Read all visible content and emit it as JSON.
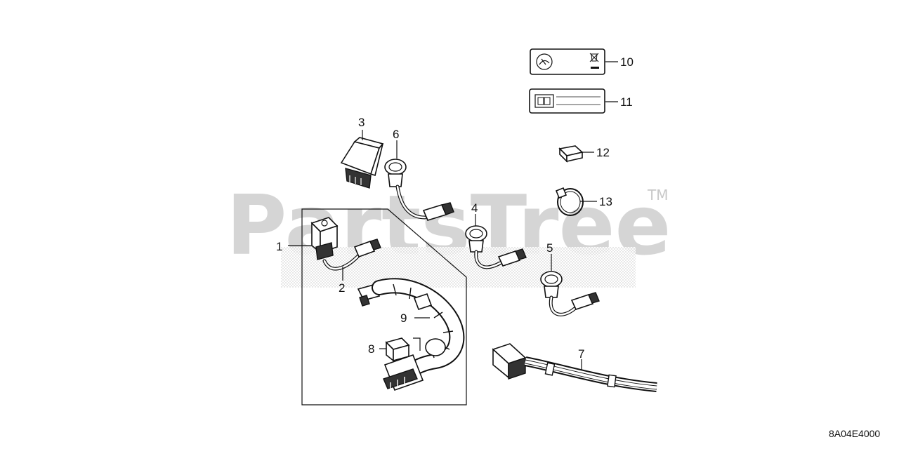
{
  "watermark": {
    "text": "PartsTree",
    "trademark": "TM"
  },
  "diagram_code": "8A04E4000",
  "callouts": [
    {
      "id": "c1",
      "number": "1"
    },
    {
      "id": "c2",
      "number": "2"
    },
    {
      "id": "c3",
      "number": "3"
    },
    {
      "id": "c4",
      "number": "4"
    },
    {
      "id": "c5",
      "number": "5"
    },
    {
      "id": "c6",
      "number": "6"
    },
    {
      "id": "c7",
      "number": "7"
    },
    {
      "id": "c8",
      "number": "8"
    },
    {
      "id": "c9",
      "number": "9"
    },
    {
      "id": "c10",
      "number": "10"
    },
    {
      "id": "c11",
      "number": "11"
    },
    {
      "id": "c12",
      "number": "12"
    },
    {
      "id": "c13",
      "number": "13"
    }
  ]
}
